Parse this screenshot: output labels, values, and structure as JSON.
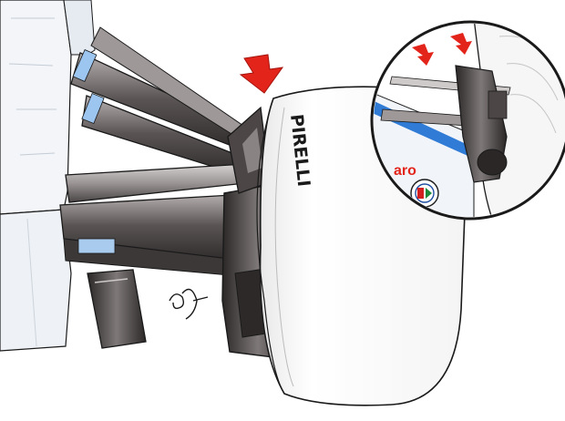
{
  "illustration": {
    "main_tyre_branding": "PIRELLI",
    "inset_sponsor_text": "aro",
    "artist_signature": "GP",
    "colors": {
      "arrow": "#e3241b",
      "tyre": "#ffffff",
      "carbon_dark": "#3a3535",
      "carbon_light": "#8a8585",
      "bodywork": "#eef2f6",
      "accent_blue": "#2f7bd6",
      "line": "#1a1a1a"
    },
    "icons": [
      "down-arrow-icon",
      "alfa-romeo-badge-icon"
    ]
  }
}
